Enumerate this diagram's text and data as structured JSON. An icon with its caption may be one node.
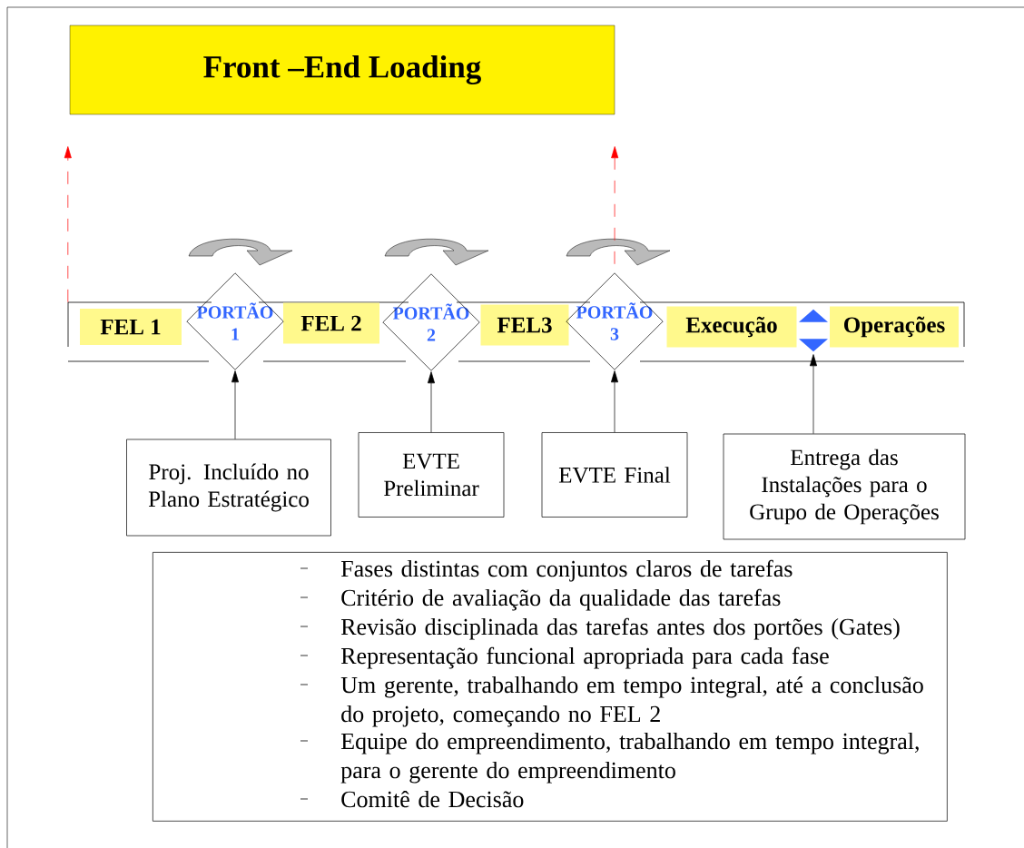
{
  "diagram": {
    "nodes": [
      {
        "text": [
          "Front –End Loading"
        ]
      },
      {
        "text": [
          "FEL 1"
        ]
      },
      {
        "text": [
          "PORTÃO 1"
        ]
      },
      {
        "text": [
          "FEL 2"
        ]
      },
      {
        "text": [
          "PORTÃO 2"
        ]
      },
      {
        "text": [
          "FEL3"
        ]
      },
      {
        "text": [
          "PORTÃO 3"
        ]
      },
      {
        "text": [
          "Execução"
        ]
      },
      {
        "text": [
          "Operações"
        ]
      },
      {
        "text": [
          "Proj. Incluído no Plano Estratégico"
        ]
      },
      {
        "text": [
          "EVTE Preliminar"
        ]
      },
      {
        "text": [
          "EVTE Final"
        ]
      },
      {
        "text": [
          "Entrega das Instalações para o Grupo de Operações"
        ]
      },
      {
        "text": [],
        "shape": "triangle"
      },
      {
        "text": [
          "Fases distintas com conjuntos claros de tarefas",
          "Critério de avaliação da qualidade das tarefas",
          "Revisão disciplinada das tarefas antes dos portões (Gates)",
          "Representação funcional apropriada para cada fase",
          "Um gerente, trabalhando em tempo integral, até a conclusão do projeto, começando no FEL 2",
          "Equipe do empreendimento, trabalhando em tempo integral, para o gerente do empreendimento",
          "Comitê de Decisão"
        ]
      }
    ],
    "edges": [
      {
        "from": 1,
        "to": 0,
        "arrow": "to",
        "style": "dashed",
        "color": "#ff0000"
      },
      {
        "from": 6,
        "to": 0,
        "arrow": "to",
        "style": "dashed",
        "color": "#ff0000"
      },
      {
        "from": 9,
        "to": 2,
        "arrow": "to"
      },
      {
        "from": 10,
        "to": 4,
        "arrow": "to"
      },
      {
        "from": 11,
        "to": 6,
        "arrow": "to"
      },
      {
        "from": 12,
        "to": 13,
        "arrow": "to"
      }
    ]
  }
}
